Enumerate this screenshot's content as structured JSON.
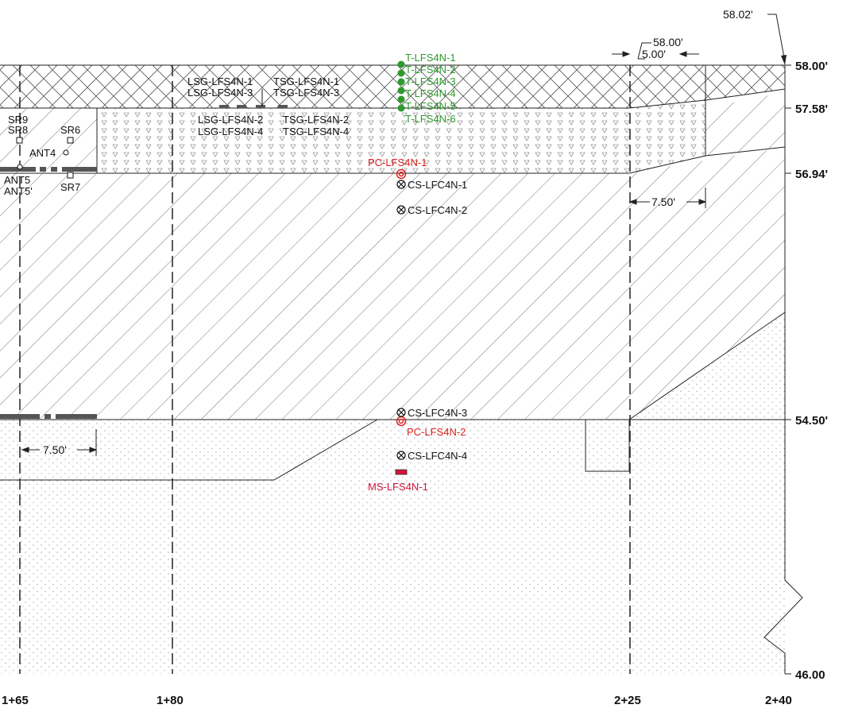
{
  "drawing": {
    "elevations": {
      "top_note": "58.02'",
      "e1": "58.00'",
      "e2": "57.58'",
      "e3": "56.94'",
      "e4": "54.50'",
      "e5": "46.00"
    },
    "stations": {
      "s1": "1+65",
      "s2": "1+80",
      "s3": "2+25",
      "s4": "2+40"
    },
    "dimensions": {
      "d_58": "58.00'",
      "d_5": "5.00'",
      "d_750_right": "7.50'",
      "d_750_left": "7.50'"
    },
    "sensors": {
      "sr9": "SR9",
      "sr8": "SR8",
      "sr6": "SR6",
      "sr7": "SR7",
      "ant4": "ANT4",
      "ant5": "ANT5",
      "ant5p": "ANT5'",
      "lsg1": "LSG-LFS4N-1",
      "lsg3": "LSG-LFS4N-3",
      "lsg2": "LSG-LFS4N-2",
      "lsg4": "LSG-LFS4N-4",
      "tsg1": "TSG-LFS4N-1",
      "tsg3": "TSG-LFS4N-3",
      "tsg2": "TSG-LFS4N-2",
      "tsg4": "TSG-LFS4N-4",
      "t1": "T-LFS4N-1",
      "t2": "T-LFS4N-2",
      "t3": "T-LFS4N-3",
      "t4": "T-LFS4N-4",
      "t5": "T-LFS4N-5",
      "t6": "T-LFS4N-6",
      "pc1": "PC-LFS4N-1",
      "pc2": "PC-LFS4N-2",
      "cs1": "CS-LFC4N-1",
      "cs2": "CS-LFC4N-2",
      "cs3": "CS-LFC4N-3",
      "cs4": "CS-LFC4N-4",
      "ms1": "MS-LFS4N-1"
    },
    "colors": {
      "green": "#2e9a2e",
      "red": "#e01e1e",
      "pink": "#d4143c",
      "line": "#222222"
    }
  }
}
